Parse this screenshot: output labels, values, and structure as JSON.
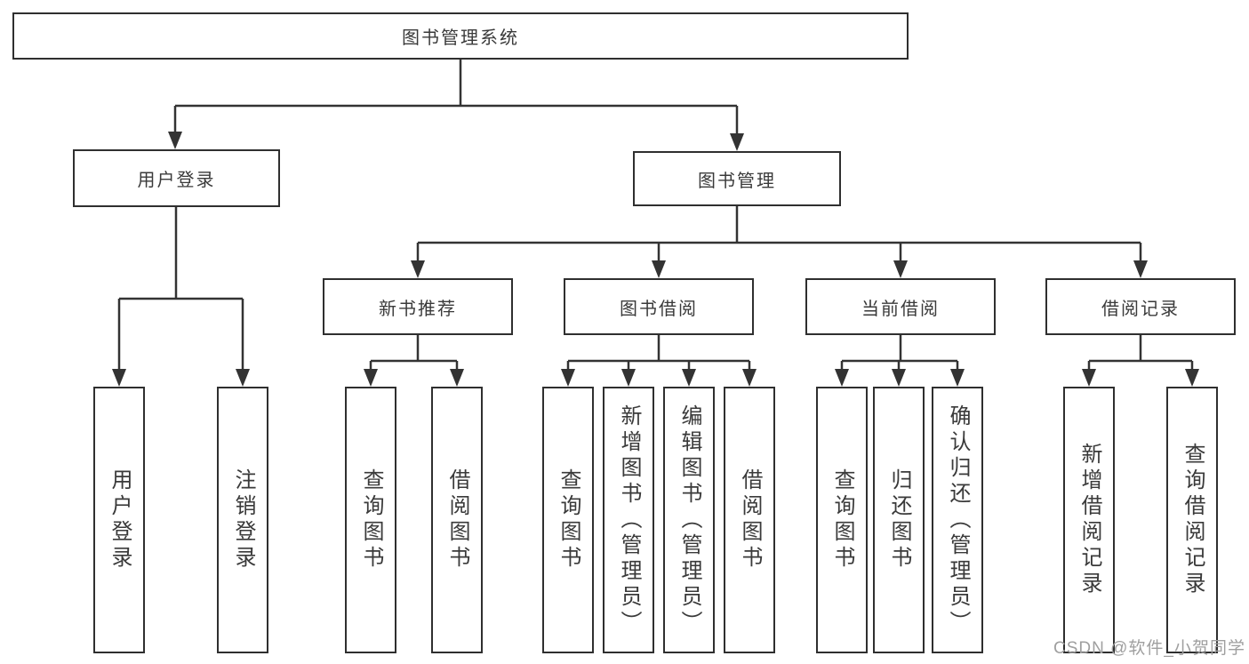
{
  "colors": {
    "background": "#ffffff",
    "line": "#333333",
    "box_border": "#2f2f2f",
    "text": "#3a3a3a",
    "watermark": "#9f9f9f"
  },
  "watermark": {
    "text": "CSDN @软件_小贺同学"
  },
  "nodes": {
    "root": {
      "label": "图书管理系统"
    },
    "user_login": {
      "label": "用户登录"
    },
    "book_mgmt": {
      "label": "图书管理"
    },
    "new_book_rec": {
      "label": "新书推荐"
    },
    "book_borrow": {
      "label": "图书借阅"
    },
    "current_borrow": {
      "label": "当前借阅"
    },
    "borrow_records": {
      "label": "借阅记录"
    },
    "login_user": {
      "label": "用户登录"
    },
    "login_logout": {
      "label": "注销登录"
    },
    "rec_query_book": {
      "label": "查询图书"
    },
    "rec_borrow_book": {
      "label": "借阅图书"
    },
    "borrow_query_book": {
      "label": "查询图书"
    },
    "borrow_add_book": {
      "label": "新增图书（管理员）"
    },
    "borrow_edit_book": {
      "label": "编辑图书（管理员）"
    },
    "borrow_borrow_book": {
      "label": "借阅图书"
    },
    "current_query_book": {
      "label": "查询图书"
    },
    "current_return_book": {
      "label": "归还图书"
    },
    "current_confirm_return": {
      "label": "确认归还（管理员）"
    },
    "records_add_record": {
      "label": "新增借阅记录"
    },
    "records_query_record": {
      "label": "查询借阅记录"
    }
  },
  "edges": [
    {
      "from": "root",
      "to": [
        "user_login",
        "book_mgmt"
      ]
    },
    {
      "from": "user_login",
      "to": [
        "login_user",
        "login_logout"
      ]
    },
    {
      "from": "book_mgmt",
      "to": [
        "new_book_rec",
        "book_borrow",
        "current_borrow",
        "borrow_records"
      ]
    },
    {
      "from": "new_book_rec",
      "to": [
        "rec_query_book",
        "rec_borrow_book"
      ]
    },
    {
      "from": "book_borrow",
      "to": [
        "borrow_query_book",
        "borrow_add_book",
        "borrow_edit_book",
        "borrow_borrow_book"
      ]
    },
    {
      "from": "current_borrow",
      "to": [
        "current_query_book",
        "current_return_book",
        "current_confirm_return"
      ]
    },
    {
      "from": "borrow_records",
      "to": [
        "records_add_record",
        "records_query_record"
      ]
    }
  ]
}
